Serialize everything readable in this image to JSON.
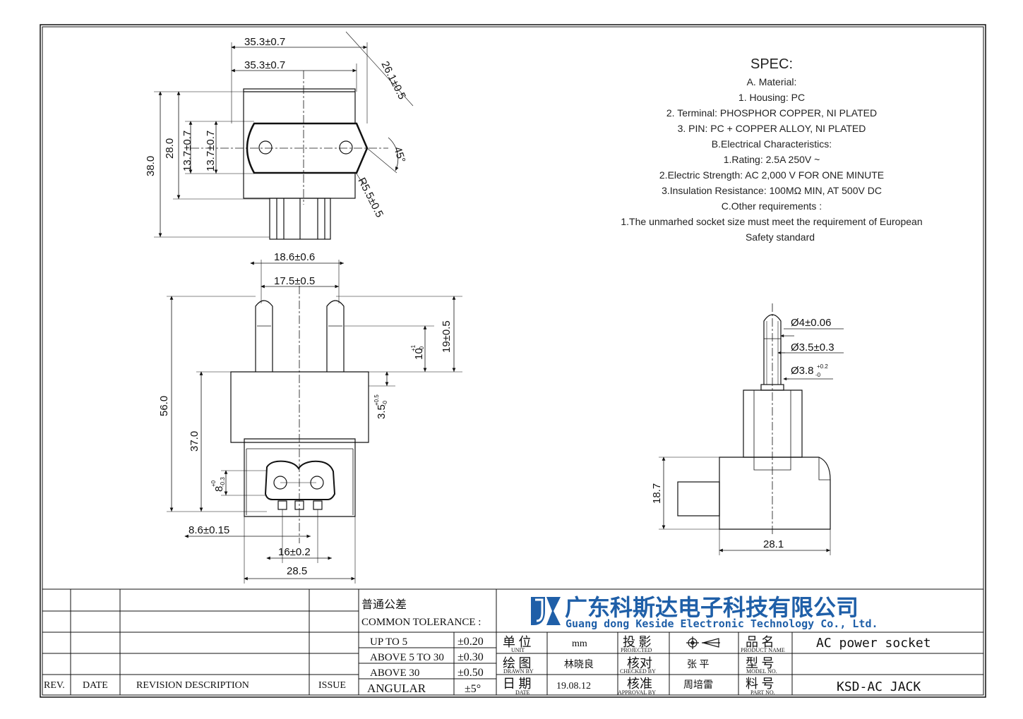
{
  "top_view": {
    "dims": [
      "35.3±0.7",
      "35.3±0.7",
      "26.1±0.5",
      "38.0",
      "28.0",
      "13.7±0.7",
      "13.7±0.7",
      "45°",
      "R5.5±0.5"
    ]
  },
  "front_view": {
    "dims": [
      "18.6±0.6",
      "17.5±0.5",
      "19±0.5",
      "10",
      "+1",
      "-0",
      "56.0",
      "37.0",
      "3.5",
      "+0.5",
      "-0",
      "8",
      "+0",
      "-0.3",
      "8.6±0.15",
      "16±0.2",
      "28.5"
    ]
  },
  "side_view": {
    "dims": [
      "Ø4±0.06",
      "Ø3.5±0.3",
      "Ø3.8",
      "+0.2",
      "-0",
      "18.7",
      "28.1"
    ]
  },
  "spec": {
    "title": "SPEC:",
    "lines": [
      "A. Material:",
      "1.  Housing: PC",
      "2.  Terminal: PHOSPHOR COPPER, NI PLATED",
      "3.  PIN: PC   +   COPPER ALLOY, NI PLATED",
      "B.Electrical Characteristics:",
      "1.Rating:  2.5A 250V ~",
      "2.Electric Strength: AC 2,000 V FOR ONE MINUTE",
      "3.Insulation Resistance: 100MΩ MIN, AT 500V DC",
      "C.Other requirements :",
      "1.The unmarhed socket size must meet the requirement of European",
      "Safety standard"
    ]
  },
  "title_block": {
    "revision_headers": [
      "REV.",
      "DATE",
      "REVISION  DESCRIPTION",
      "ISSUE"
    ],
    "tolerance_cn": "普通公差",
    "tolerance_en": "COMMON TOLERANCE :",
    "tolerances": [
      {
        "range": "UP TO 5",
        "value": "±0.20"
      },
      {
        "range": "ABOVE 5 TO 30",
        "value": "±0.30"
      },
      {
        "range": "ABOVE 30",
        "value": "±0.50"
      },
      {
        "range": "ANGULAR",
        "value": "±5°"
      }
    ],
    "company_cn": "广东科斯达电子科技有限公司",
    "company_en": "Guang dong Keside  Electronic Technology Co., Ltd.",
    "unit_cn": "单 位",
    "unit_en": "UNIT",
    "unit_value": "mm",
    "projected_cn": "投 影",
    "projected_en": "PROJECTED",
    "product_name_cn": "品 名",
    "product_name_en": "PRODUCT NAME",
    "product_name": "AC power socket",
    "drawn_cn": "绘 图",
    "drawn_en": "DRAWN BY",
    "drawn_value": "林晓良",
    "checked_cn": "核对",
    "checked_en": "CHECKED BY",
    "checked_value": "张 平",
    "model_cn": "型 号",
    "model_en": "MODEL NO.",
    "date_cn": "日 期",
    "date_en": "DATE",
    "date_value": "19.08.12",
    "approval_cn": "核准",
    "approval_en": "APPROVAL BY",
    "approval_value": "周培雷",
    "part_cn": "料 号",
    "part_en": "PART NO.",
    "part_value": "KSD-AC JACK",
    "logo_color": "#1f5fa8"
  }
}
